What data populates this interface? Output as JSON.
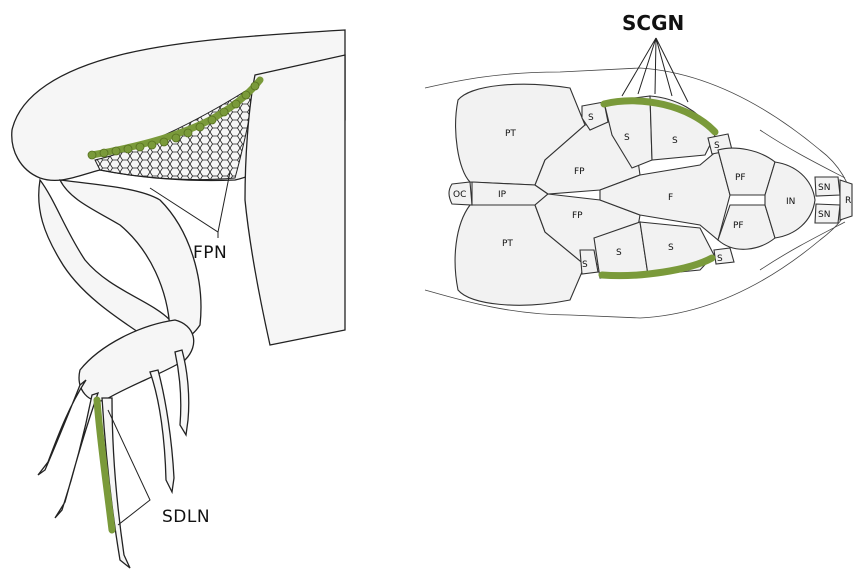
{
  "colors": {
    "pore_green": "#7a9a3a",
    "line": "#222222",
    "scale_fill": "#f2f2f2"
  },
  "left_figure": {
    "label_fpn": "FPN",
    "label_sdln": "SDLN"
  },
  "right_figure": {
    "label_scgn": "SCGN",
    "scales": {
      "pt_top": "PT",
      "pt_bottom": "PT",
      "fp_top": "FP",
      "fp_bottom": "FP",
      "oc": "OC",
      "ip": "IP",
      "f": "F",
      "s_top_small": "S",
      "s_top_1": "S",
      "s_top_2": "S",
      "s_top_right": "S",
      "s_bot_small": "S",
      "s_bot_1": "S",
      "s_bot_2": "S",
      "s_bot_right": "S",
      "pf_top": "PF",
      "pf_bottom": "PF",
      "in": "IN",
      "sn_top": "SN",
      "sn_bottom": "SN",
      "r": "R"
    }
  }
}
